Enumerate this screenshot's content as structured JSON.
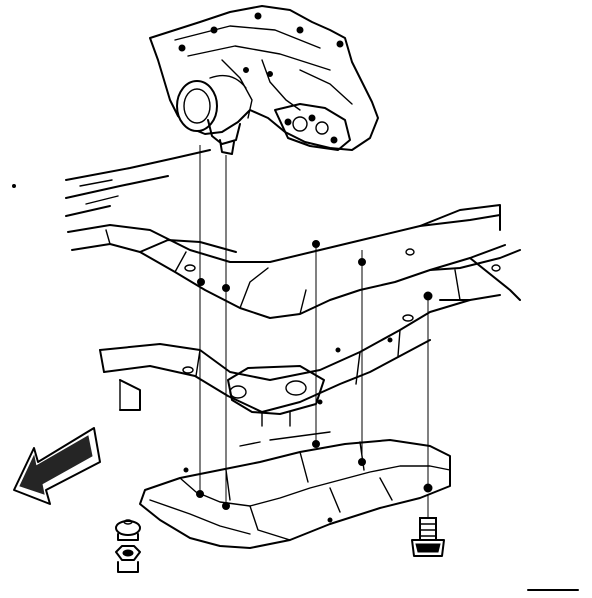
{
  "diagram": {
    "ref_line_color": "#000000",
    "line_color": "#000000",
    "background": "#ffffff",
    "components": [
      "transfer-case",
      "vehicle-frame",
      "crossmember",
      "skid-plate",
      "mounting-bolt",
      "nut",
      "front-direction-arrow"
    ]
  }
}
